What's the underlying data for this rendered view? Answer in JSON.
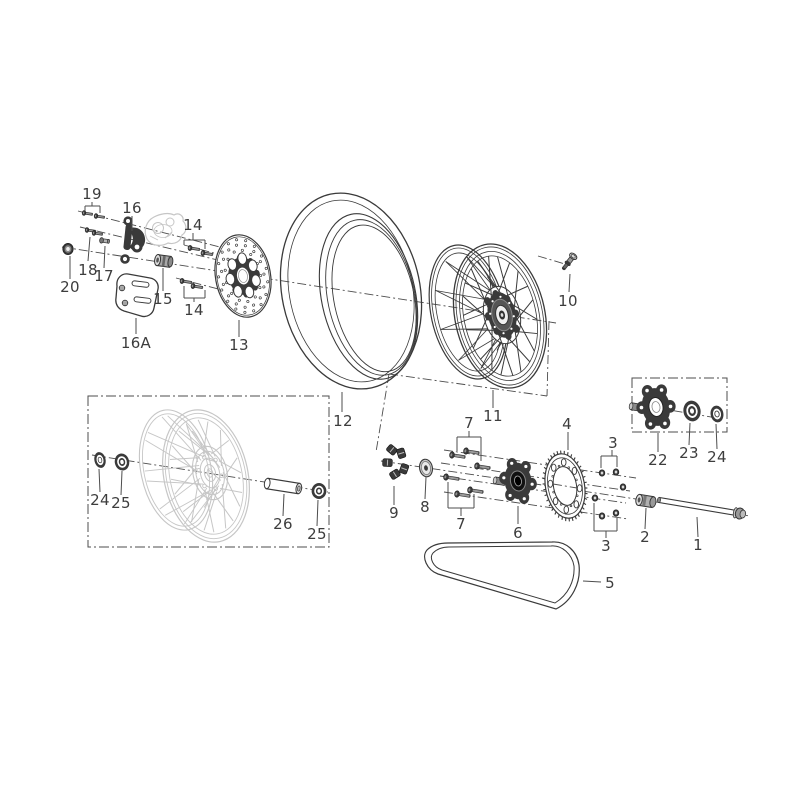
{
  "diagram": {
    "colors": {
      "line": "#3a3a3a",
      "ghost": "#c6c6c6",
      "background": "#ffffff",
      "label_text": "#3d3d3d"
    },
    "parts": {
      "p1": "1",
      "p2": "2",
      "p3": "3",
      "p4": "4",
      "p5": "5",
      "p6": "6",
      "p7": "7",
      "p8": "8",
      "p9": "9",
      "p10": "10",
      "p11": "11",
      "p12": "12",
      "p13": "13",
      "p14": "14",
      "p15": "15",
      "p16": "16",
      "p16a": "16A",
      "p17": "17",
      "p18": "18",
      "p19": "19",
      "p20": "20",
      "p22": "22",
      "p23": "23",
      "p24": "24",
      "p25": "25",
      "p26": "26"
    }
  }
}
